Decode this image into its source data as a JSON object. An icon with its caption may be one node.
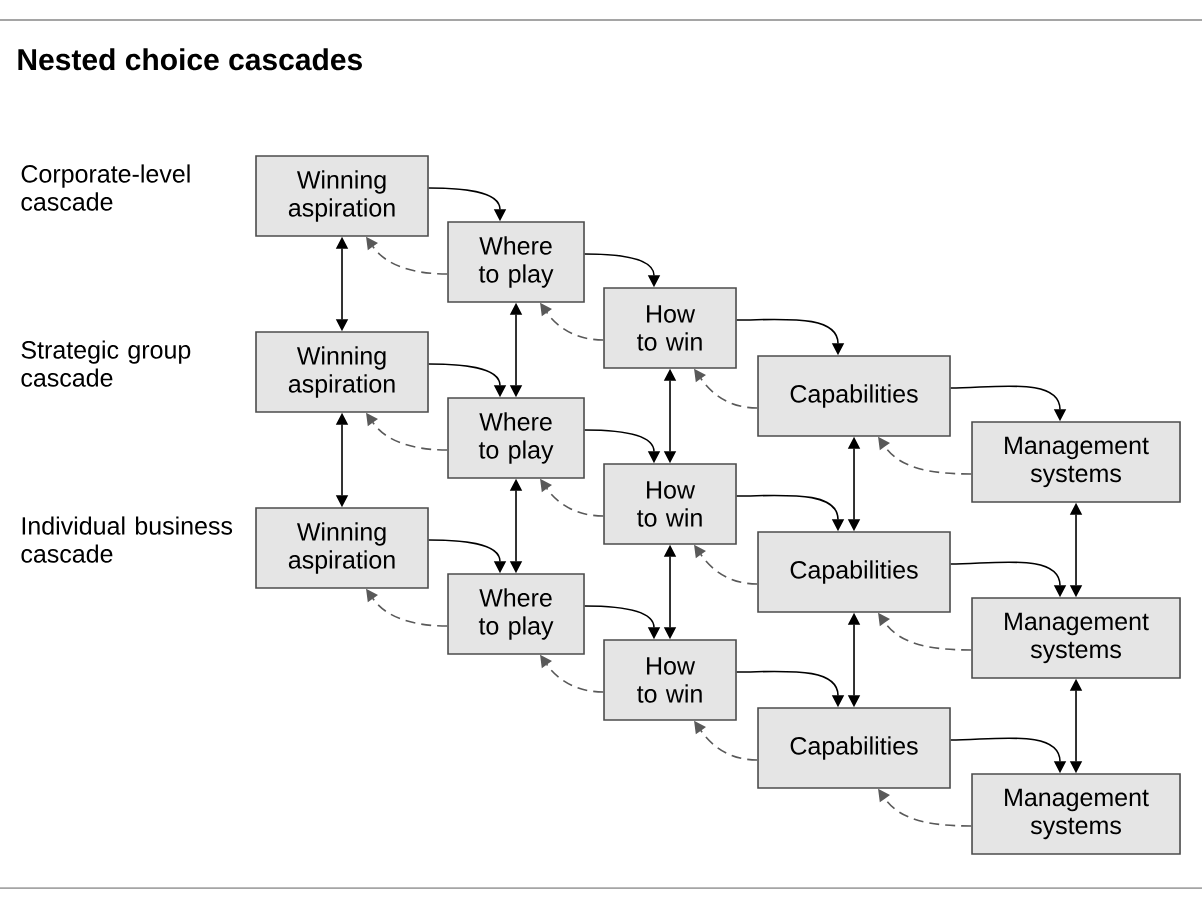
{
  "diagram": {
    "title": "Nested choice cascades",
    "nodes": [
      {
        "text": [
          "Winning aspiration"
        ]
      },
      {
        "text": [
          "Where to play"
        ]
      },
      {
        "text": [
          "How to win"
        ]
      },
      {
        "text": [
          "Capabilities"
        ]
      },
      {
        "text": [
          "Management systems"
        ]
      },
      {
        "text": [
          "Winning aspiration"
        ]
      },
      {
        "text": [
          "Where to play"
        ]
      },
      {
        "text": [
          "How to win"
        ]
      },
      {
        "text": [
          "Capabilities"
        ]
      },
      {
        "text": [
          "Management systems"
        ]
      },
      {
        "text": [
          "Winning aspiration"
        ]
      },
      {
        "text": [
          "Where to play"
        ]
      },
      {
        "text": [
          "How to win"
        ]
      },
      {
        "text": [
          "Capabilities"
        ]
      },
      {
        "text": [
          "Management systems"
        ]
      }
    ],
    "edges": [
      {
        "from": 0,
        "to": 1,
        "arrow": "to"
      },
      {
        "from": 1,
        "to": 2,
        "arrow": "to"
      },
      {
        "from": 2,
        "to": 3,
        "arrow": "to"
      },
      {
        "from": 3,
        "to": 4,
        "arrow": "to"
      },
      {
        "from": 1,
        "to": 0,
        "arrow": "to",
        "style": "dashed"
      },
      {
        "from": 2,
        "to": 1,
        "arrow": "to",
        "style": "dashed"
      },
      {
        "from": 3,
        "to": 2,
        "arrow": "to",
        "style": "dashed"
      },
      {
        "from": 4,
        "to": 3,
        "arrow": "to",
        "style": "dashed"
      },
      {
        "from": 5,
        "to": 6,
        "arrow": "to"
      },
      {
        "from": 6,
        "to": 7,
        "arrow": "to"
      },
      {
        "from": 7,
        "to": 8,
        "arrow": "to"
      },
      {
        "from": 8,
        "to": 9,
        "arrow": "to"
      },
      {
        "from": 6,
        "to": 5,
        "arrow": "to",
        "style": "dashed"
      },
      {
        "from": 7,
        "to": 6,
        "arrow": "to",
        "style": "dashed"
      },
      {
        "from": 8,
        "to": 7,
        "arrow": "to",
        "style": "dashed"
      },
      {
        "from": 9,
        "to": 8,
        "arrow": "to",
        "style": "dashed"
      },
      {
        "from": 10,
        "to": 11,
        "arrow": "to"
      },
      {
        "from": 11,
        "to": 12,
        "arrow": "to"
      },
      {
        "from": 12,
        "to": 13,
        "arrow": "to"
      },
      {
        "from": 13,
        "to": 14,
        "arrow": "to"
      },
      {
        "from": 11,
        "to": 10,
        "arrow": "to",
        "style": "dashed"
      },
      {
        "from": 12,
        "to": 11,
        "arrow": "to",
        "style": "dashed"
      },
      {
        "from": 13,
        "to": 12,
        "arrow": "to",
        "style": "dashed"
      },
      {
        "from": 14,
        "to": 13,
        "arrow": "to",
        "style": "dashed"
      },
      {
        "from": 0,
        "to": 5,
        "arrow": "both"
      },
      {
        "from": 5,
        "to": 10,
        "arrow": "both"
      },
      {
        "from": 1,
        "to": 6,
        "arrow": "both"
      },
      {
        "from": 6,
        "to": 11,
        "arrow": "both"
      },
      {
        "from": 2,
        "to": 7,
        "arrow": "both"
      },
      {
        "from": 7,
        "to": 12,
        "arrow": "both"
      },
      {
        "from": 3,
        "to": 8,
        "arrow": "both"
      },
      {
        "from": 8,
        "to": 13,
        "arrow": "both"
      },
      {
        "from": 4,
        "to": 9,
        "arrow": "both"
      },
      {
        "from": 9,
        "to": 14,
        "arrow": "both"
      }
    ],
    "labels": [
      "Corporate-level cascade",
      "Strategic group cascade",
      "Individual business cascade"
    ]
  }
}
